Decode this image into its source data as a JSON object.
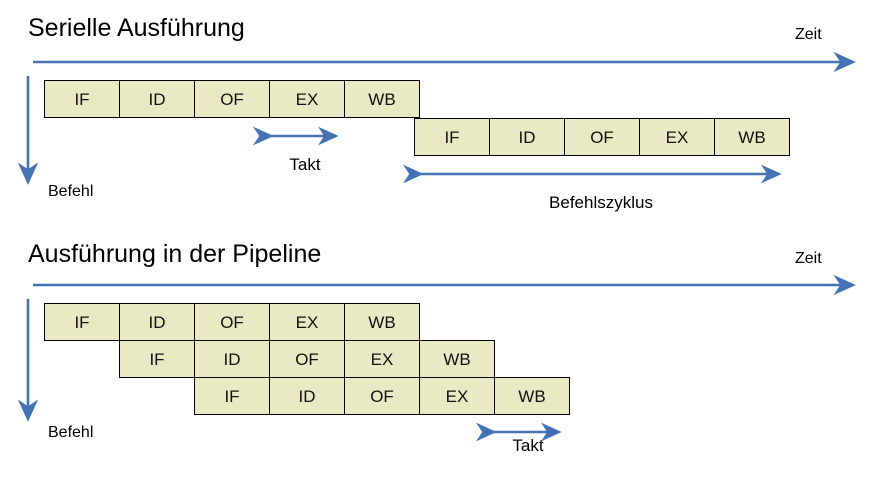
{
  "meta": {
    "accent_color": "#4472B4",
    "box_fill": "#E9E9C4",
    "box_stroke": "#000000",
    "text_color": "#000000"
  },
  "serial": {
    "title": "Serielle Ausführung",
    "time_axis_label": "Zeit",
    "instruction_axis_label": "Befehl",
    "clock_label": "Takt",
    "cycle_label": "Befehlszyklus",
    "row1": [
      "IF",
      "ID",
      "OF",
      "EX",
      "WB"
    ],
    "row2": [
      "IF",
      "ID",
      "OF",
      "EX",
      "WB"
    ]
  },
  "pipeline": {
    "title": "Ausführung in der Pipeline",
    "time_axis_label": "Zeit",
    "instruction_axis_label": "Befehl",
    "clock_label": "Takt",
    "row1": [
      "IF",
      "ID",
      "OF",
      "EX",
      "WB"
    ],
    "row2": [
      "IF",
      "ID",
      "OF",
      "EX",
      "WB"
    ],
    "row3": [
      "IF",
      "ID",
      "OF",
      "EX",
      "WB"
    ]
  }
}
